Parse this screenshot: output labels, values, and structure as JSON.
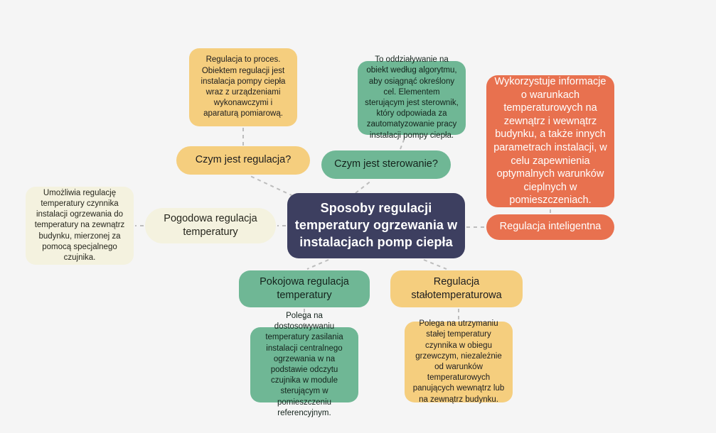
{
  "theme": {
    "background": "#f5f5f5",
    "edge_color": "#bdbdbd",
    "navy": "#3d3f60",
    "amber": "#f5ce7e",
    "green": "#6fb795",
    "coral": "#e8714f",
    "cream": "#f4f2df"
  },
  "central": {
    "text": "Sposoby regulacji temperatury ogrzewania w instalacjach pomp ciepła"
  },
  "branches": {
    "regulacja": {
      "label": "Czym jest regulacja?",
      "description": "Regulacja to proces. Obiektem regulacji jest instalacja pompy ciepła wraz z urządzeniami wykonawczymi i aparaturą pomiarową."
    },
    "sterowanie": {
      "label": "Czym jest sterowanie?",
      "description": "To oddziaływanie na obiekt według algorytmu, aby osiągnąć określony cel. Elementem sterującym jest sterownik, który odpowiada za zautomatyzowanie pracy instalacji pompy ciepła."
    },
    "inteligentna": {
      "label": "Regulacja inteligentna",
      "description": "Wykorzystuje informacje o warunkach temperaturowych na zewnątrz i wewnątrz budynku, a także innych parametrach instalacji, w celu zapewnienia optymalnych warunków cieplnych w pomieszczeniach."
    },
    "pogodowa": {
      "label": "Pogodowa regulacja temperatury",
      "description": "Umożliwia regulację temperatury czynnika instalacji ogrzewania do temperatury na zewnątrz budynku, mierzonej za pomocą specjalnego czujnika."
    },
    "pokojowa": {
      "label": "Pokojowa regulacja temperatury",
      "description": "Polega na dostosowywaniu temperatury zasilania instalacji centralnego ogrzewania w na podstawie odczytu czujnika w module sterującym w pomieszczeniu referencyjnym."
    },
    "stalotemperaturowa": {
      "label": "Regulacja stałotemperaturowa",
      "description": "Polega na utrzymaniu stałej temperatury czynnika w obiegu grzewczym, niezależnie od warunków temperaturowych panujących wewnątrz lub na zewnątrz budynku."
    }
  }
}
